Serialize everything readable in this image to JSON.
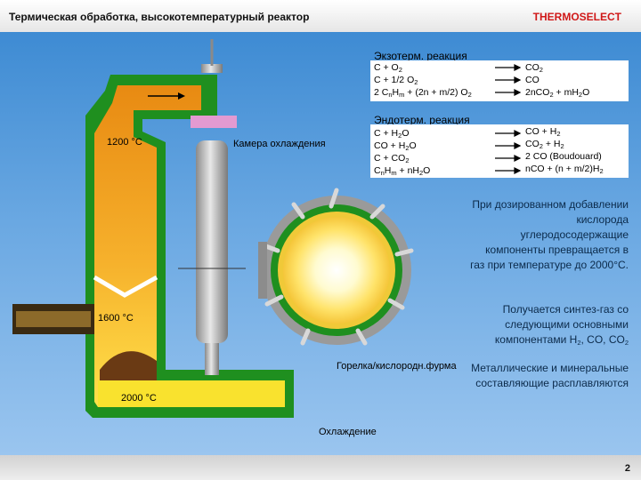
{
  "header": {
    "title": "Термическая обработка, высокотемпературный реактор",
    "brand": "THERMOSELECT"
  },
  "footer": {
    "page_number": "2"
  },
  "labels": {
    "temp_top": "1200 °C",
    "temp_mid": "1600 °C",
    "temp_bottom": "2000 °C",
    "cooling_chamber": "Камера охлаждения",
    "burner": "Горелка/кислородн.фурма",
    "cooling": "Охлаждение"
  },
  "exo": {
    "heading": "Экзотерм. реакция",
    "rows": [
      {
        "left": "C + O<sub>2</sub>",
        "right": "CO<sub>2</sub>"
      },
      {
        "left": "C + 1/2 O<sub>2</sub>",
        "right": "CO"
      },
      {
        "left": "2 C<sub>n</sub>H<sub>m</sub> + (2n + m/2) O<sub>2</sub>",
        "right": "2nCO<sub>2</sub> + mH<sub>2</sub>O"
      }
    ]
  },
  "endo": {
    "heading": "Эндотерм. реакция",
    "rows": [
      {
        "left": "C + H<sub>2</sub>O",
        "right": "CO + H<sub>2</sub>"
      },
      {
        "left": "CO + H<sub>2</sub>O",
        "right": "CO<sub>2</sub> + H<sub>2</sub>"
      },
      {
        "left": "C + CO<sub>2</sub>",
        "right": "2 CO (Boudouard)"
      },
      {
        "left": "C<sub>n</sub>H<sub>m</sub> + nH<sub>2</sub>O",
        "right": "nCO + (n + m/2)H<sub>2</sub>"
      }
    ]
  },
  "info": {
    "p1": "При дозированном добавлении кислорода углеродосодержащие компоненты превращается в газ при температуре до 2000°C.",
    "p2": "Получается синтез-газ со следующими основными компонентами H<sub>2</sub>, CO, CO<sub>2</sub>",
    "p3": "Металлические и минеральные составляющие расплавляются"
  },
  "colors": {
    "brand": "#d01818",
    "reactor_wall": "#1a8a1a",
    "hot_zone": "#f4a21c"
  }
}
